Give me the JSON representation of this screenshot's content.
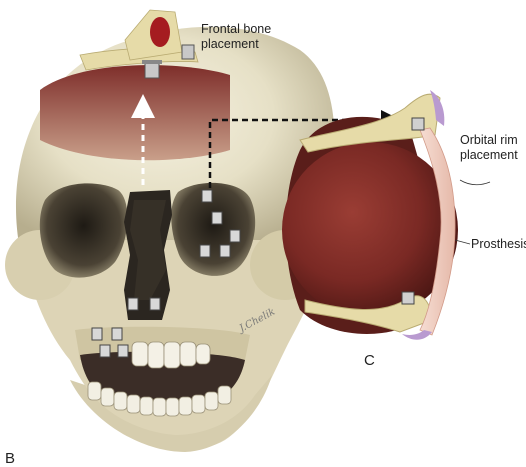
{
  "labels": {
    "frontal_line1": "Frontal bone",
    "frontal_line2": "placement",
    "orbital_line1": "Orbital rim",
    "orbital_line2": "placement",
    "prosthesis": "Prosthesis"
  },
  "panels": {
    "left": "B",
    "right": "C"
  },
  "signature": "J.Chelik",
  "colors": {
    "bone": "#e6dba8",
    "tissue": "#8a2d2b",
    "prosthesis": "#f2d2c6",
    "arrow": "#111111"
  },
  "icons": [
    "skull-illustration",
    "magnet-abutment-icon",
    "dashed-arrow-icon"
  ]
}
